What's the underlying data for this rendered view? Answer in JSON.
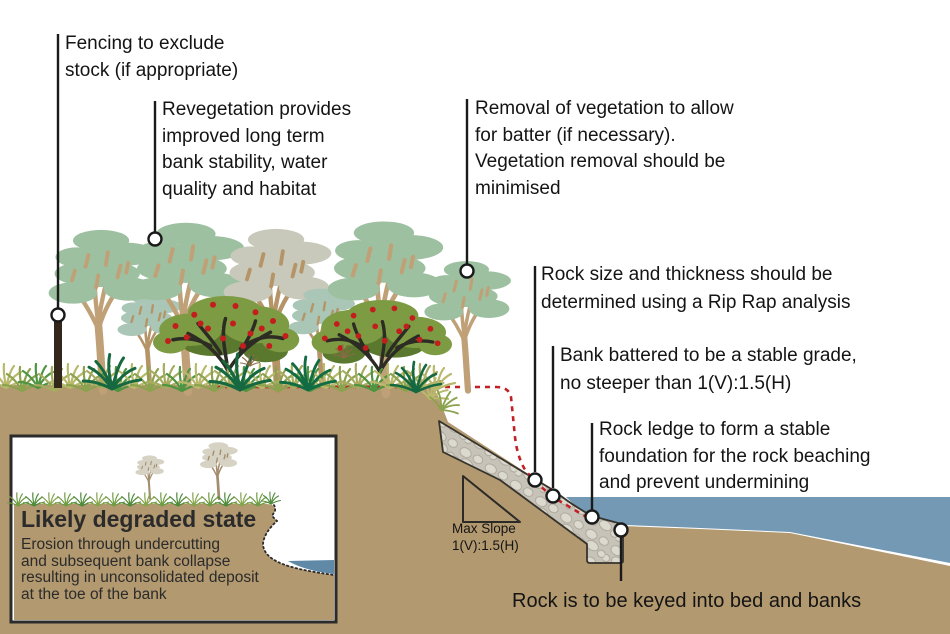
{
  "diagram": {
    "labels": {
      "fencing": "Fencing to exclude\nstock (if appropriate)",
      "revegetation": "Revegetation provides\nimproved long term\nbank stability, water\nquality and habitat",
      "removal": "Removal of vegetation to allow\nfor batter (if necessary).\nVegetation removal should be\nminimised",
      "rock_size": "Rock size and thickness should be\ndetermined using a Rip Rap analysis",
      "bank_battered": "Bank battered to be a stable grade,\nno steeper than 1(V):1.5(H)",
      "rock_ledge": "Rock ledge to form a stable\nfoundation for the rock beaching\nand prevent undermining",
      "max_slope": "Max Slope\n1(V):1.5(H)",
      "rock_keyed": "Rock is to be keyed into bed and banks"
    },
    "inset": {
      "title": "Likely degraded state",
      "body": "Erosion through undercutting\nand subsequent bank collapse\nresulting in unconsolidated deposit\nat the toe of the bank"
    },
    "colors": {
      "soil": "#b2996f",
      "bed": "#a8906a",
      "water": "#7399b4",
      "inset_water": "#6089a8",
      "rock_base": "#c7c3b8",
      "stone": "#dcd9cf",
      "profile_line": "#c32026",
      "canopy_sage": "#9dc0a0",
      "canopy_grey": "#c8c9ba",
      "canopy_blue": "#a9c6b6",
      "trunk": "#c0a177",
      "pale_canopy": "#d6d3c5",
      "pale_trunk": "#a38d6d",
      "bush_light": "#7d9b43",
      "bush_dark": "#5a782e",
      "berry": "#c41d1d",
      "branch": "#2d2c24",
      "fence_post": "#32271a"
    }
  }
}
